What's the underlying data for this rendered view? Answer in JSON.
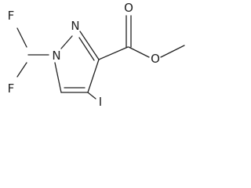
{
  "structure": {
    "atoms": {
      "f_top": "F",
      "f_bottom": "F",
      "n1": "N",
      "n2": "N",
      "o_carbonyl": "O",
      "o_ester": "O",
      "iodine": "I"
    }
  }
}
